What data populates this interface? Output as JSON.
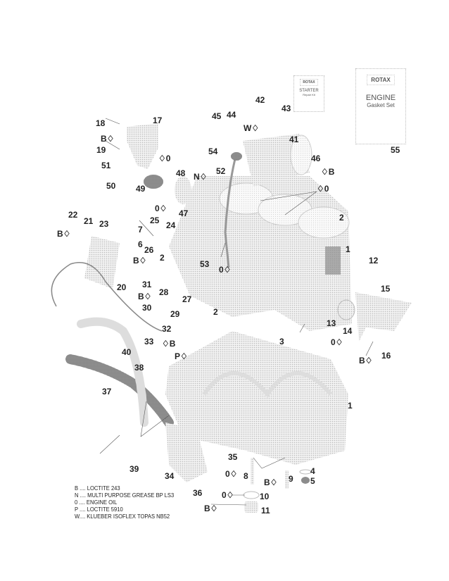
{
  "diagram": {
    "title": "Engine block exploded parts diagram",
    "kits": {
      "starter": {
        "brand": "ROTAX",
        "title": "STARTER",
        "subtitle": "Repair Kit"
      },
      "gasket": {
        "brand": "ROTAX",
        "title": "ENGINE",
        "subtitle": "Gasket Set"
      }
    },
    "callouts": [
      {
        "id": "c1a",
        "text": "1"
      },
      {
        "id": "c1b",
        "text": "1"
      },
      {
        "id": "c2a",
        "text": "2"
      },
      {
        "id": "c2b",
        "text": "2"
      },
      {
        "id": "c2c",
        "text": "2"
      },
      {
        "id": "c3",
        "text": "3"
      },
      {
        "id": "c4",
        "text": "4"
      },
      {
        "id": "c5",
        "text": "5"
      },
      {
        "id": "c6",
        "text": "6"
      },
      {
        "id": "c7",
        "text": "7"
      },
      {
        "id": "c8",
        "text": "8"
      },
      {
        "id": "c9",
        "text": "9"
      },
      {
        "id": "c10",
        "text": "10"
      },
      {
        "id": "c11",
        "text": "11"
      },
      {
        "id": "c12",
        "text": "12"
      },
      {
        "id": "c13",
        "text": "13"
      },
      {
        "id": "c14",
        "text": "14"
      },
      {
        "id": "c15",
        "text": "15"
      },
      {
        "id": "c16",
        "text": "16"
      },
      {
        "id": "c17",
        "text": "17"
      },
      {
        "id": "c18",
        "text": "18"
      },
      {
        "id": "c19",
        "text": "19"
      },
      {
        "id": "c20",
        "text": "20"
      },
      {
        "id": "c21",
        "text": "21"
      },
      {
        "id": "c22",
        "text": "22"
      },
      {
        "id": "c23",
        "text": "23"
      },
      {
        "id": "c24",
        "text": "24"
      },
      {
        "id": "c25",
        "text": "25"
      },
      {
        "id": "c26",
        "text": "26"
      },
      {
        "id": "c27",
        "text": "27"
      },
      {
        "id": "c28",
        "text": "28"
      },
      {
        "id": "c29",
        "text": "29"
      },
      {
        "id": "c30",
        "text": "30"
      },
      {
        "id": "c31",
        "text": "31"
      },
      {
        "id": "c32",
        "text": "32"
      },
      {
        "id": "c33",
        "text": "33"
      },
      {
        "id": "c34",
        "text": "34"
      },
      {
        "id": "c35",
        "text": "35"
      },
      {
        "id": "c36",
        "text": "36"
      },
      {
        "id": "c37",
        "text": "37"
      },
      {
        "id": "c38",
        "text": "38"
      },
      {
        "id": "c39",
        "text": "39"
      },
      {
        "id": "c40",
        "text": "40"
      },
      {
        "id": "c41",
        "text": "41"
      },
      {
        "id": "c42",
        "text": "42"
      },
      {
        "id": "c43",
        "text": "43"
      },
      {
        "id": "c44",
        "text": "44"
      },
      {
        "id": "c45",
        "text": "45"
      },
      {
        "id": "c46",
        "text": "46"
      },
      {
        "id": "c47",
        "text": "47"
      },
      {
        "id": "c48",
        "text": "48"
      },
      {
        "id": "c49",
        "text": "49"
      },
      {
        "id": "c50",
        "text": "50"
      },
      {
        "id": "c51",
        "text": "51"
      },
      {
        "id": "c52",
        "text": "52"
      },
      {
        "id": "c53",
        "text": "53"
      },
      {
        "id": "c54",
        "text": "54"
      },
      {
        "id": "c55",
        "text": "55"
      }
    ],
    "lube_marks": [
      {
        "id": "m1",
        "text": "B♢"
      },
      {
        "id": "m2",
        "text": "♢0"
      },
      {
        "id": "m3",
        "text": "N♢"
      },
      {
        "id": "m4",
        "text": "0♢"
      },
      {
        "id": "m5",
        "text": "W♢"
      },
      {
        "id": "m6",
        "text": "♢B"
      },
      {
        "id": "m7",
        "text": "♢0"
      },
      {
        "id": "m8",
        "text": "B♢"
      },
      {
        "id": "m9",
        "text": "B♢"
      },
      {
        "id": "m10",
        "text": "0♢"
      },
      {
        "id": "m11",
        "text": "B♢"
      },
      {
        "id": "m12",
        "text": "♢B"
      },
      {
        "id": "m13",
        "text": "P♢"
      },
      {
        "id": "m14",
        "text": "0♢"
      },
      {
        "id": "m15",
        "text": "B♢"
      },
      {
        "id": "m16",
        "text": "0♢"
      },
      {
        "id": "m17",
        "text": "B♢"
      },
      {
        "id": "m18",
        "text": "0♢"
      },
      {
        "id": "m19",
        "text": "B♢"
      }
    ],
    "legend": [
      "B .... LOCTITE 243",
      "N .... MULTI PURPOSE GREASE BP LS3",
      "0 .... ENGINE OIL",
      "P .... LOCTITE 5910",
      "W.... KLUEBER ISOFLEX TOPAS NB52"
    ]
  }
}
